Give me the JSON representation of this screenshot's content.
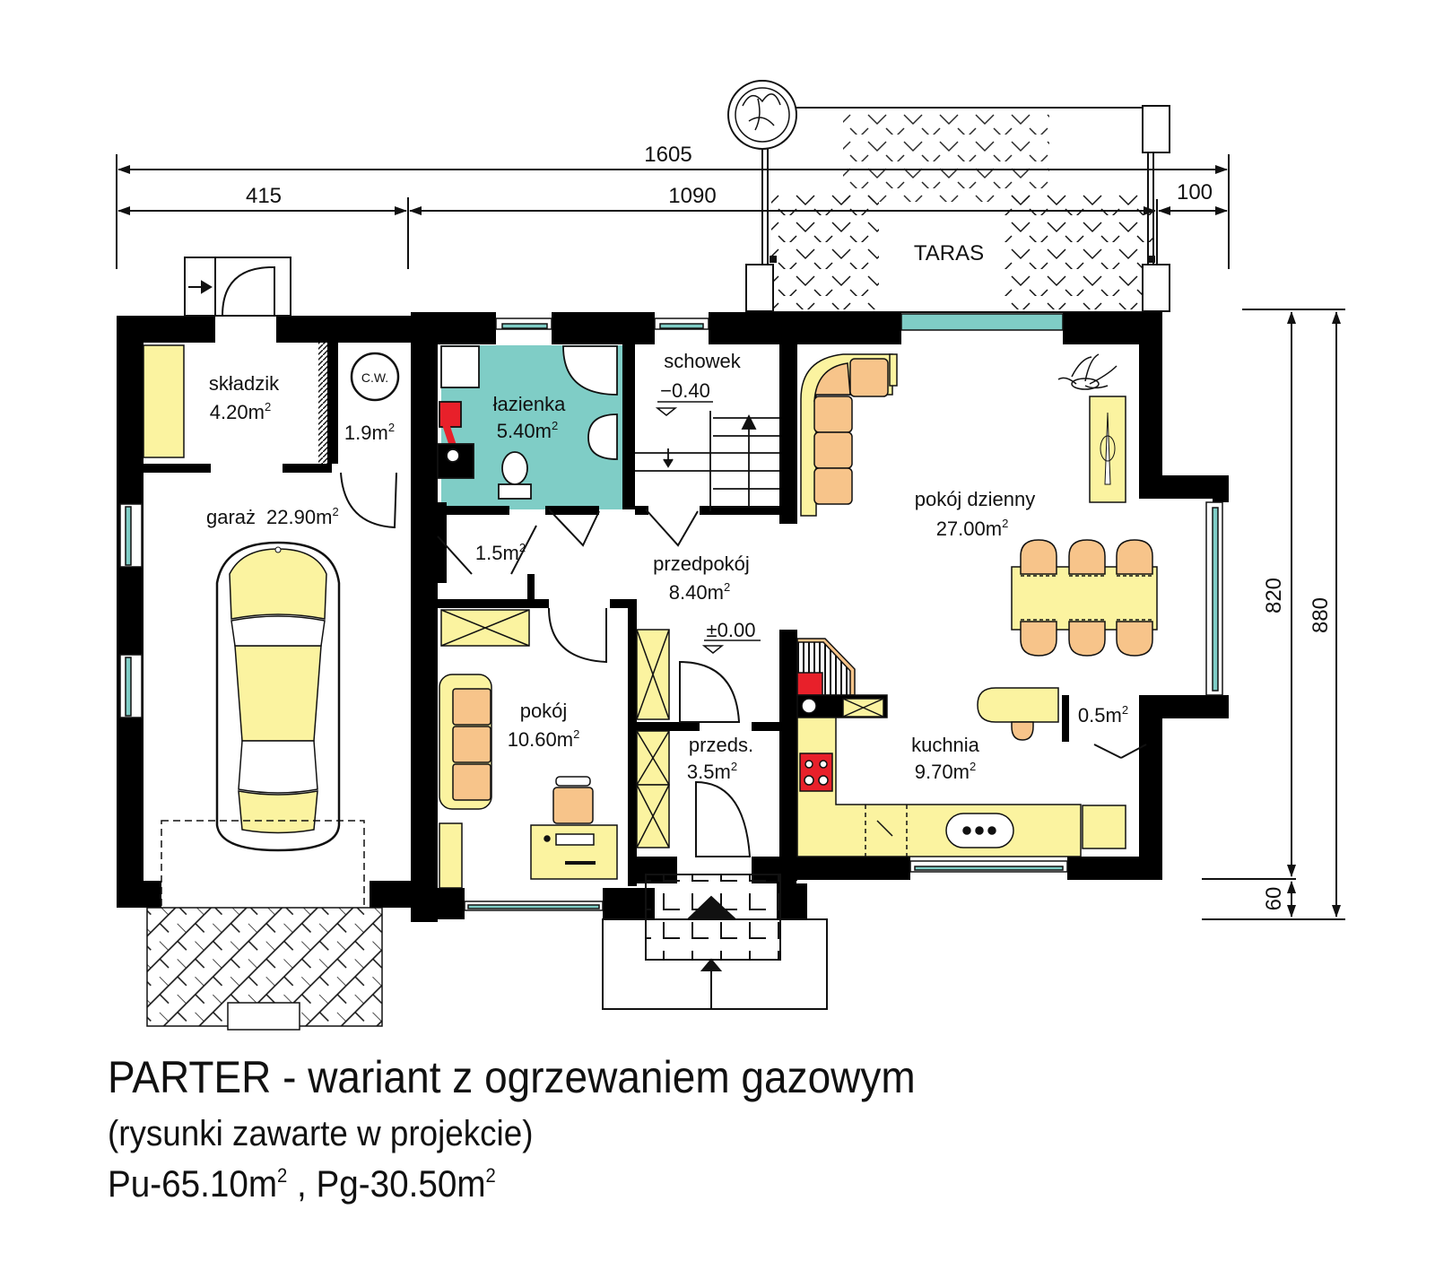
{
  "plan": {
    "title": "PARTER - wariant z ogrzewaniem gazowym",
    "subtitle": "(rysunki zawarte w projekcie)",
    "areas": {
      "pu_label": "Pu-65.10m",
      "pg_label": "Pg-30.50m",
      "separator": " , ",
      "unit_exp": "2"
    }
  },
  "dimensions": {
    "top_total": "1605",
    "top_left": "415",
    "top_middle": "1090",
    "top_right": "100",
    "right_inner": "820",
    "right_outer": "880",
    "right_step": "60"
  },
  "rooms": {
    "skladzik": {
      "name": "składzik",
      "area": "4.20m",
      "exp": "2"
    },
    "cw": {
      "name": "C.W.",
      "area": "1.9m",
      "exp": "2"
    },
    "garaz": {
      "name": "garaż",
      "area": "22.90m",
      "exp": "2"
    },
    "lazienka": {
      "name": "łazienka",
      "area": "5.40m",
      "exp": "2"
    },
    "schowek": {
      "name": "schowek",
      "level": "−0.40"
    },
    "wc_hall": {
      "area": "1.5m",
      "exp": "2"
    },
    "przedpokoj": {
      "name": "przedpokój",
      "area": "8.40m",
      "exp": "2",
      "level": "±0.00"
    },
    "pokoj_dzienny": {
      "name": "pokój dzienny",
      "area": "27.00m",
      "exp": "2"
    },
    "pokoj": {
      "name": "pokój",
      "area": "10.60m",
      "exp": "2"
    },
    "przeds": {
      "name": "przeds.",
      "area": "3.5m",
      "exp": "2"
    },
    "kuchnia": {
      "name": "kuchnia",
      "area": "9.70m",
      "exp": "2"
    },
    "spizarnia": {
      "area": "0.5m",
      "exp": "2"
    },
    "taras": {
      "name": "TARAS"
    }
  },
  "colors": {
    "wall": "#000000",
    "furniture_yellow": "#fbf3a0",
    "furniture_orange": "#f7c48a",
    "bathroom_teal": "#7fcdc6",
    "window_teal": "#7fcdc6",
    "boiler_red": "#e8202a"
  }
}
